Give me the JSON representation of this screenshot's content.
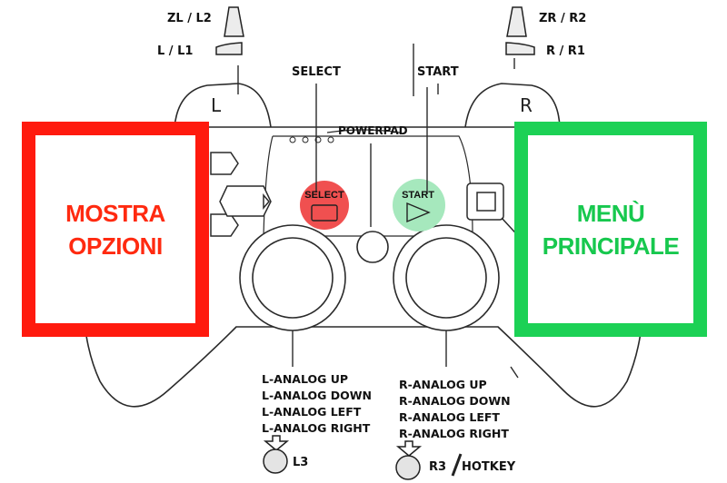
{
  "triggers": {
    "left_trigger": "ZL / L2",
    "left_bumper": "L / L1",
    "right_trigger": "ZR / R2",
    "right_bumper": "R / R1"
  },
  "top_labels": {
    "select": "SELECT",
    "start": "START",
    "powerpad": "POWERPAD"
  },
  "shoulder_marks": {
    "left": "L",
    "right": "R"
  },
  "buttons": {
    "select": "SELECT",
    "start": "START"
  },
  "left_stick": {
    "directions": [
      "L-ANALOG UP",
      "L-ANALOG DOWN",
      "L-ANALOG LEFT",
      "L-ANALOG RIGHT"
    ],
    "press": "L3"
  },
  "right_stick": {
    "directions": [
      "R-ANALOG UP",
      "R-ANALOG DOWN",
      "R-ANALOG LEFT",
      "R-ANALOG RIGHT"
    ],
    "press_a": "R3",
    "press_b": "HOTKEY"
  },
  "overlays": {
    "left": {
      "line1": "MOSTRA",
      "line2": "OPZIONI"
    },
    "right": {
      "line1": "MENÙ",
      "line2": "PRINCIPALE"
    }
  },
  "colors": {
    "red_box": "#ff1a0e",
    "green_box": "#1cd155",
    "select_highlight": "#f05050",
    "start_highlight": "#a6e8bd"
  }
}
